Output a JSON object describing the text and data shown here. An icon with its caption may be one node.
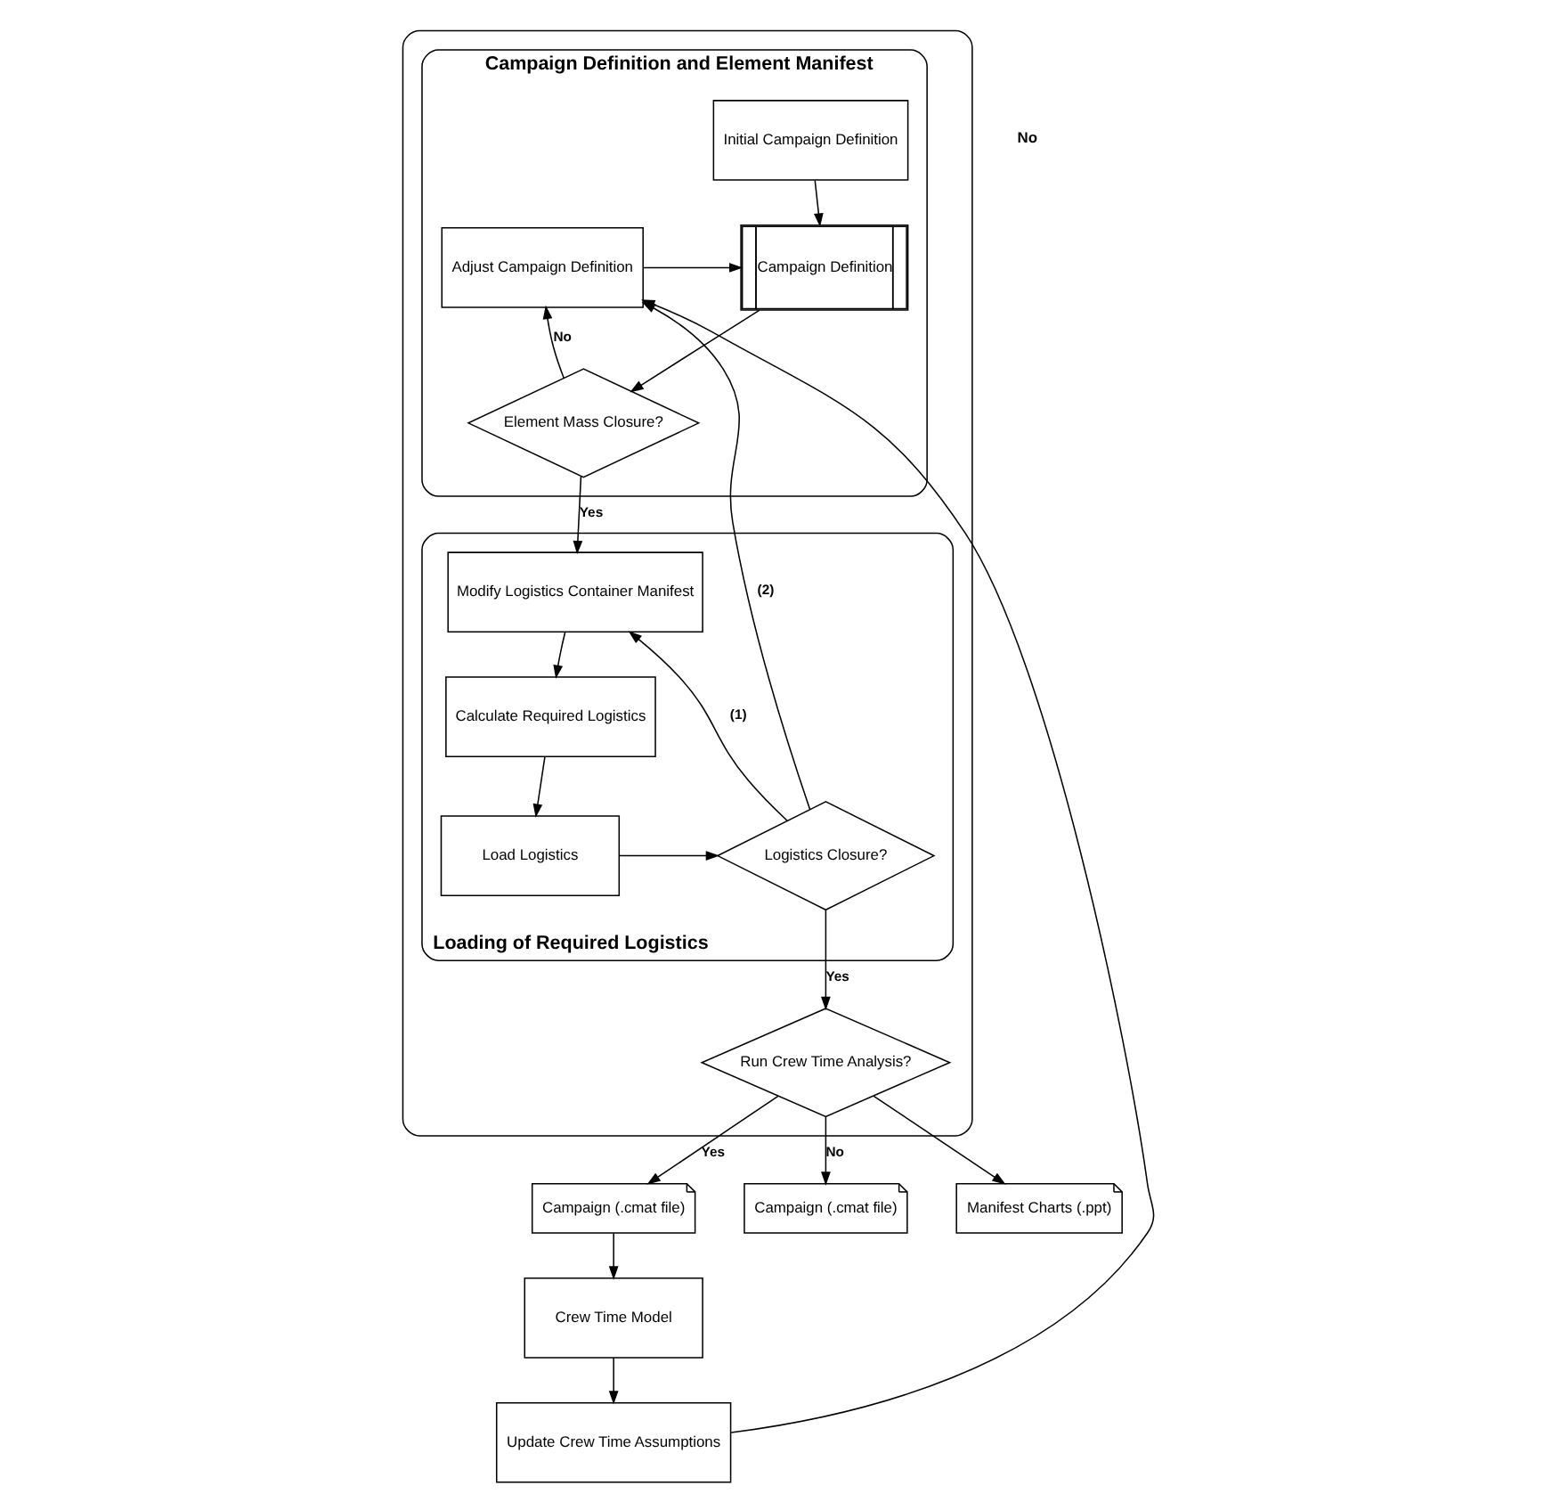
{
  "diagram": {
    "nodes": [
      {
        "text": [],
        "shape": "box"
      },
      {
        "text": [
          "Campaign Definition and Element Manifest"
        ],
        "in": 0
      },
      {
        "text": [
          "Initial Campaign Definition"
        ],
        "in": 1
      },
      {
        "text": [
          "Campaign Definition"
        ],
        "in": 1
      },
      {
        "text": [
          "Adjust Campaign Definition"
        ],
        "in": 1
      },
      {
        "text": [
          "Element Mass Closure?"
        ],
        "in": 1
      },
      {
        "text": [
          "Loading of Required Logistics"
        ],
        "in": 0
      },
      {
        "text": [
          "Modify Logistics Container Manifest"
        ],
        "in": 6
      },
      {
        "text": [
          "Calculate Required Logistics"
        ],
        "in": 6
      },
      {
        "text": [
          "Load Logistics"
        ],
        "in": 6
      },
      {
        "text": [
          "Logistics Closure?"
        ],
        "in": 6
      },
      {
        "text": [
          "Run Crew Time Analysis?"
        ],
        "in": 0
      },
      {
        "text": [
          "Campaign (.cmat file)"
        ]
      },
      {
        "text": [
          "Crew Time Model"
        ]
      },
      {
        "text": [
          "Update Crew Time Assumptions"
        ]
      },
      {
        "text": [
          "Campaign (.cmat file)"
        ]
      },
      {
        "text": [
          "Manifest Charts (.ppt)"
        ]
      }
    ],
    "edges": [
      {
        "from": 2,
        "to": 3,
        "arrow": "to"
      },
      {
        "from": 4,
        "to": 3,
        "arrow": "to"
      },
      {
        "from": 3,
        "to": 5,
        "arrow": "to"
      },
      {
        "from": 5,
        "to": 4,
        "arrow": "to",
        "label": "No"
      },
      {
        "from": 5,
        "to": 7,
        "arrow": "to",
        "label": "Yes"
      },
      {
        "from": 7,
        "to": 8,
        "arrow": "to"
      },
      {
        "from": 8,
        "to": 9,
        "arrow": "to"
      },
      {
        "from": 9,
        "to": 10,
        "arrow": "to"
      },
      {
        "from": 10,
        "to": 7,
        "arrow": "to",
        "label": "(1)"
      },
      {
        "from": 10,
        "to": 4,
        "arrow": "to",
        "label": "(2)"
      },
      {
        "from": 10,
        "to": 11,
        "arrow": "to",
        "label": "Yes"
      },
      {
        "from": 11,
        "to": 12,
        "arrow": "to",
        "label": "Yes"
      },
      {
        "from": 11,
        "to": 15,
        "arrow": "to",
        "label": "No"
      },
      {
        "from": 11,
        "to": 16,
        "arrow": "to"
      },
      {
        "from": 12,
        "to": 13,
        "arrow": "to"
      },
      {
        "from": 13,
        "to": 14,
        "arrow": "to"
      },
      {
        "from": 14,
        "to": 4,
        "arrow": "to"
      }
    ],
    "labels": [
      "No"
    ]
  }
}
